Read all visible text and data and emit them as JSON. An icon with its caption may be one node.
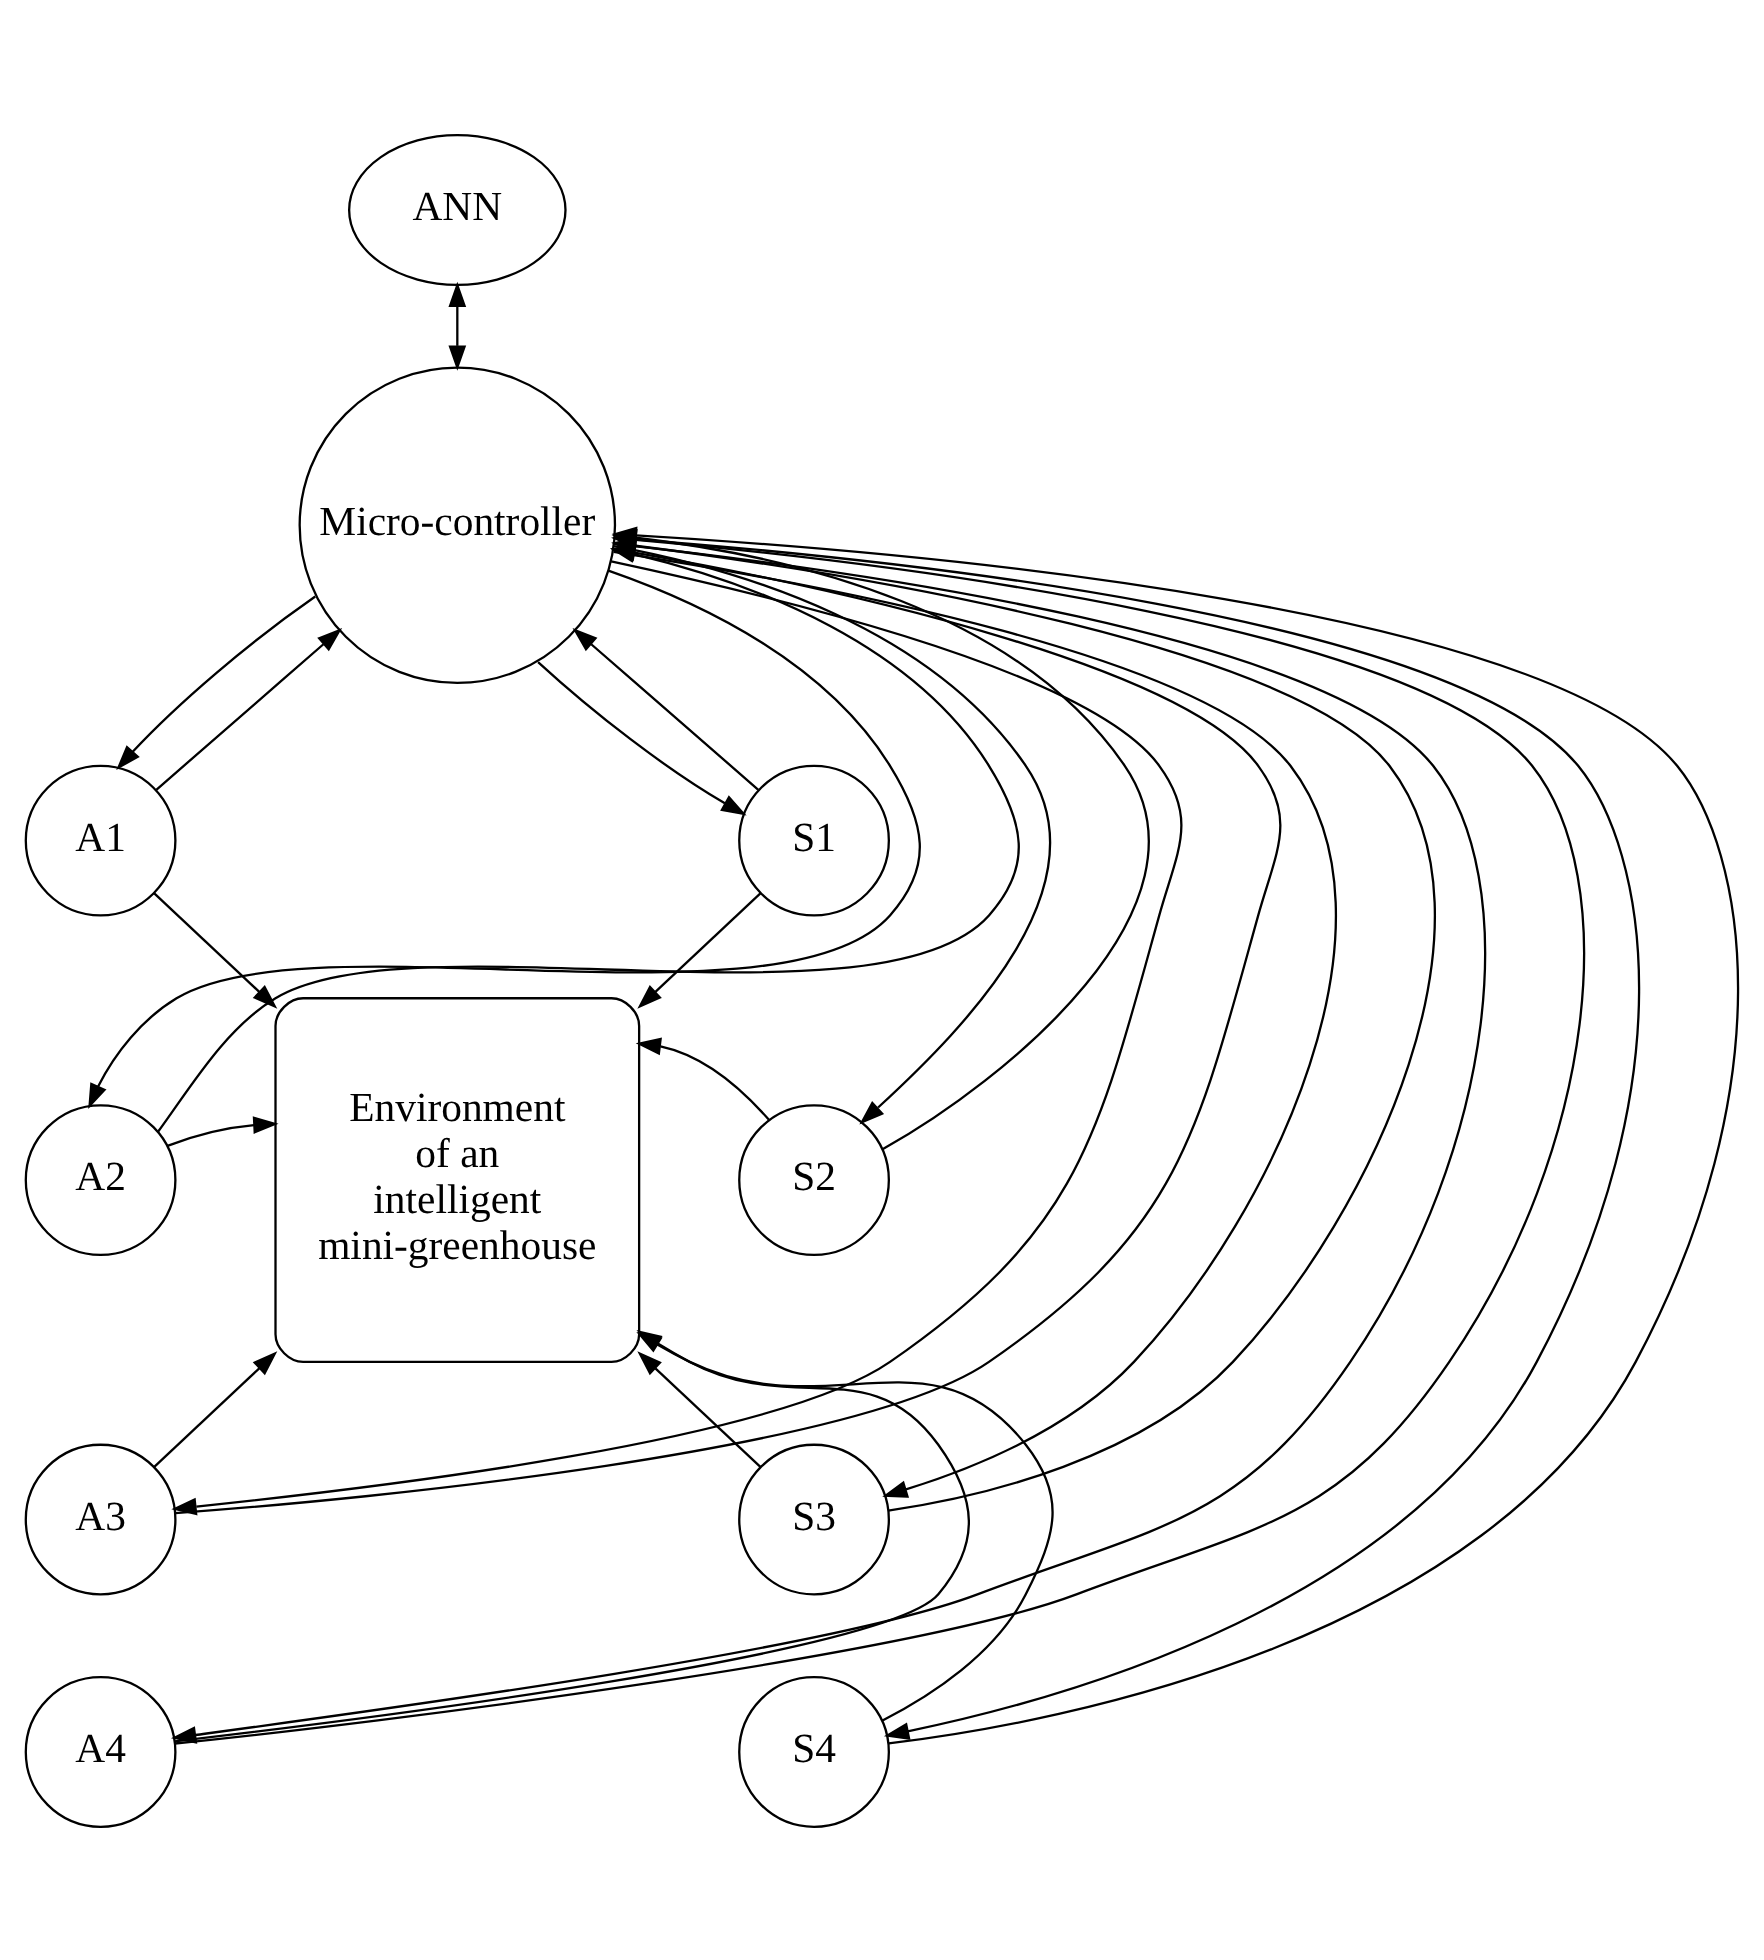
{
  "diagram": {
    "nodes": [
      {
        "text": [
          "ANN"
        ]
      },
      {
        "text": [
          "Micro-controller"
        ]
      },
      {
        "text": [
          "A1"
        ]
      },
      {
        "text": [
          "Environment of an intelligent mini-greenhouse"
        ]
      },
      {
        "text": [
          "S1"
        ]
      },
      {
        "text": [
          "A2"
        ]
      },
      {
        "text": [
          "S2"
        ]
      },
      {
        "text": [
          "A3"
        ]
      },
      {
        "text": [
          "S3"
        ]
      },
      {
        "text": [
          "A4"
        ]
      },
      {
        "text": [
          "S4"
        ]
      }
    ],
    "edges": [
      {
        "from": 0,
        "to": 1,
        "arrow": "both"
      },
      {
        "from": 1,
        "to": 2,
        "arrow": "to"
      },
      {
        "from": 2,
        "to": 1,
        "arrow": "to"
      },
      {
        "from": 1,
        "to": 5,
        "arrow": "to"
      },
      {
        "from": 5,
        "to": 1,
        "arrow": "to"
      },
      {
        "from": 1,
        "to": 7,
        "arrow": "to"
      },
      {
        "from": 7,
        "to": 1,
        "arrow": "to"
      },
      {
        "from": 1,
        "to": 9,
        "arrow": "to"
      },
      {
        "from": 9,
        "to": 1,
        "arrow": "to"
      },
      {
        "from": 1,
        "to": 4,
        "arrow": "to"
      },
      {
        "from": 4,
        "to": 1,
        "arrow": "to"
      },
      {
        "from": 1,
        "to": 6,
        "arrow": "to"
      },
      {
        "from": 6,
        "to": 1,
        "arrow": "to"
      },
      {
        "from": 1,
        "to": 8,
        "arrow": "to"
      },
      {
        "from": 8,
        "to": 1,
        "arrow": "to"
      },
      {
        "from": 1,
        "to": 10,
        "arrow": "to"
      },
      {
        "from": 10,
        "to": 1,
        "arrow": "to"
      },
      {
        "from": 2,
        "to": 3,
        "arrow": "to"
      },
      {
        "from": 5,
        "to": 3,
        "arrow": "to"
      },
      {
        "from": 7,
        "to": 3,
        "arrow": "to"
      },
      {
        "from": 9,
        "to": 3,
        "arrow": "to"
      },
      {
        "from": 4,
        "to": 3,
        "arrow": "to"
      },
      {
        "from": 6,
        "to": 3,
        "arrow": "to"
      },
      {
        "from": 8,
        "to": 3,
        "arrow": "to"
      },
      {
        "from": 10,
        "to": 3,
        "arrow": "to"
      }
    ]
  }
}
